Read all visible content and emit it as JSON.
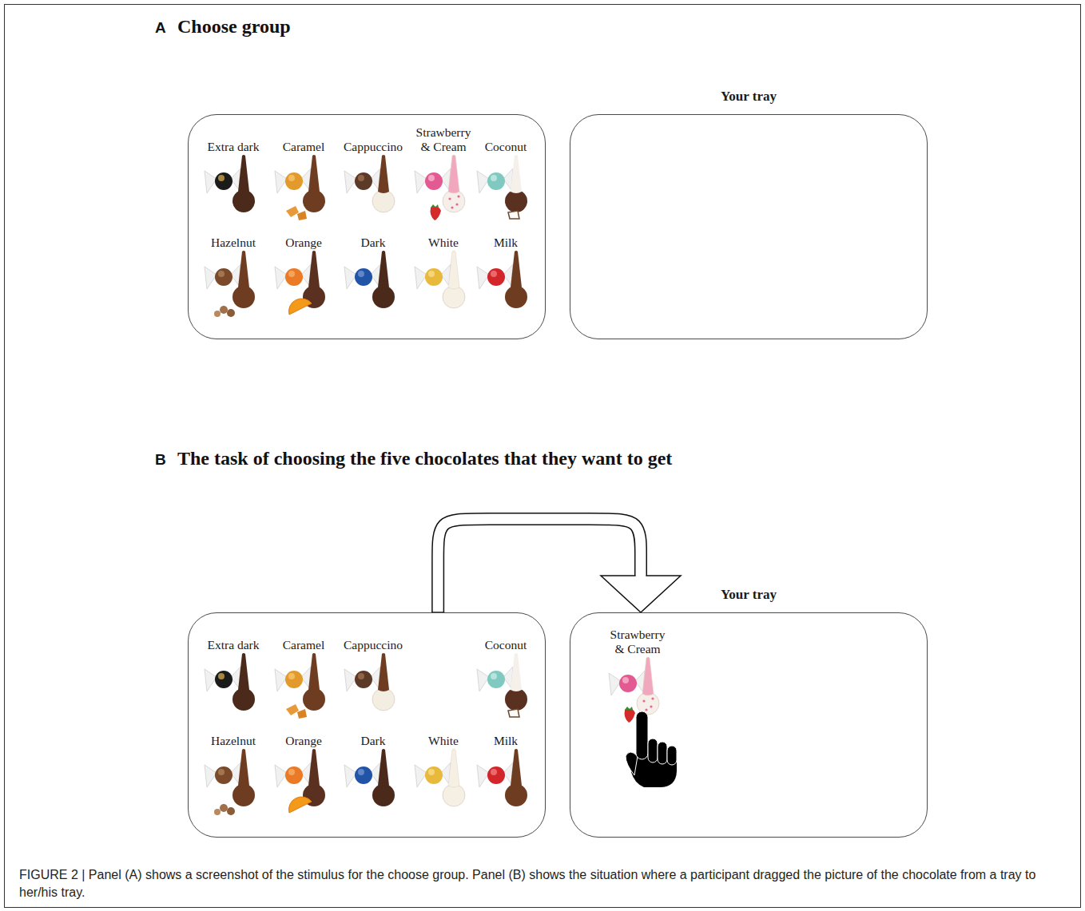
{
  "diagram": {
    "caption": "FIGURE 2 | Panel (A) shows a screenshot of the stimulus for the choose group. Panel (B) shows the situation where a participant dragged the picture of the chocolate from a tray to her/his tray.",
    "nodes": [
      {
        "text": []
      },
      {
        "text": [
          "Extra dark"
        ],
        "in": 0
      },
      {
        "text": [
          "Caramel"
        ],
        "in": 0
      },
      {
        "text": [
          "Cappuccino"
        ],
        "in": 0
      },
      {
        "text": [
          "Strawberry & Cream"
        ],
        "in": 0
      },
      {
        "text": [
          "Coconut"
        ],
        "in": 0
      },
      {
        "text": [
          "Hazelnut"
        ],
        "in": 0
      },
      {
        "text": [
          "Orange"
        ],
        "in": 0
      },
      {
        "text": [
          "Dark"
        ],
        "in": 0
      },
      {
        "text": [
          "White"
        ],
        "in": 0
      },
      {
        "text": [
          "Milk"
        ],
        "in": 0
      },
      {
        "text": [
          "Your tray"
        ]
      },
      {
        "text": []
      },
      {
        "text": [
          "Extra dark"
        ],
        "in": 12
      },
      {
        "text": [
          "Caramel"
        ],
        "in": 12
      },
      {
        "text": [
          "Cappuccino"
        ],
        "in": 12
      },
      {
        "text": [
          "Coconut"
        ],
        "in": 12
      },
      {
        "text": [
          "Hazelnut"
        ],
        "in": 12
      },
      {
        "text": [
          "Orange"
        ],
        "in": 12
      },
      {
        "text": [
          "Dark"
        ],
        "in": 12
      },
      {
        "text": [
          "White"
        ],
        "in": 12
      },
      {
        "text": [
          "Milk"
        ],
        "in": 12
      },
      {
        "text": [
          "Your tray"
        ]
      },
      {
        "text": [
          "Strawberry & Cream"
        ],
        "in": 22
      }
    ],
    "edges": [
      {
        "from": 12,
        "to": 22,
        "arrow": "to"
      }
    ],
    "labels": [
      "A",
      "Choose group",
      "B",
      "The task of choosing the five chocolates that they want to get"
    ]
  }
}
